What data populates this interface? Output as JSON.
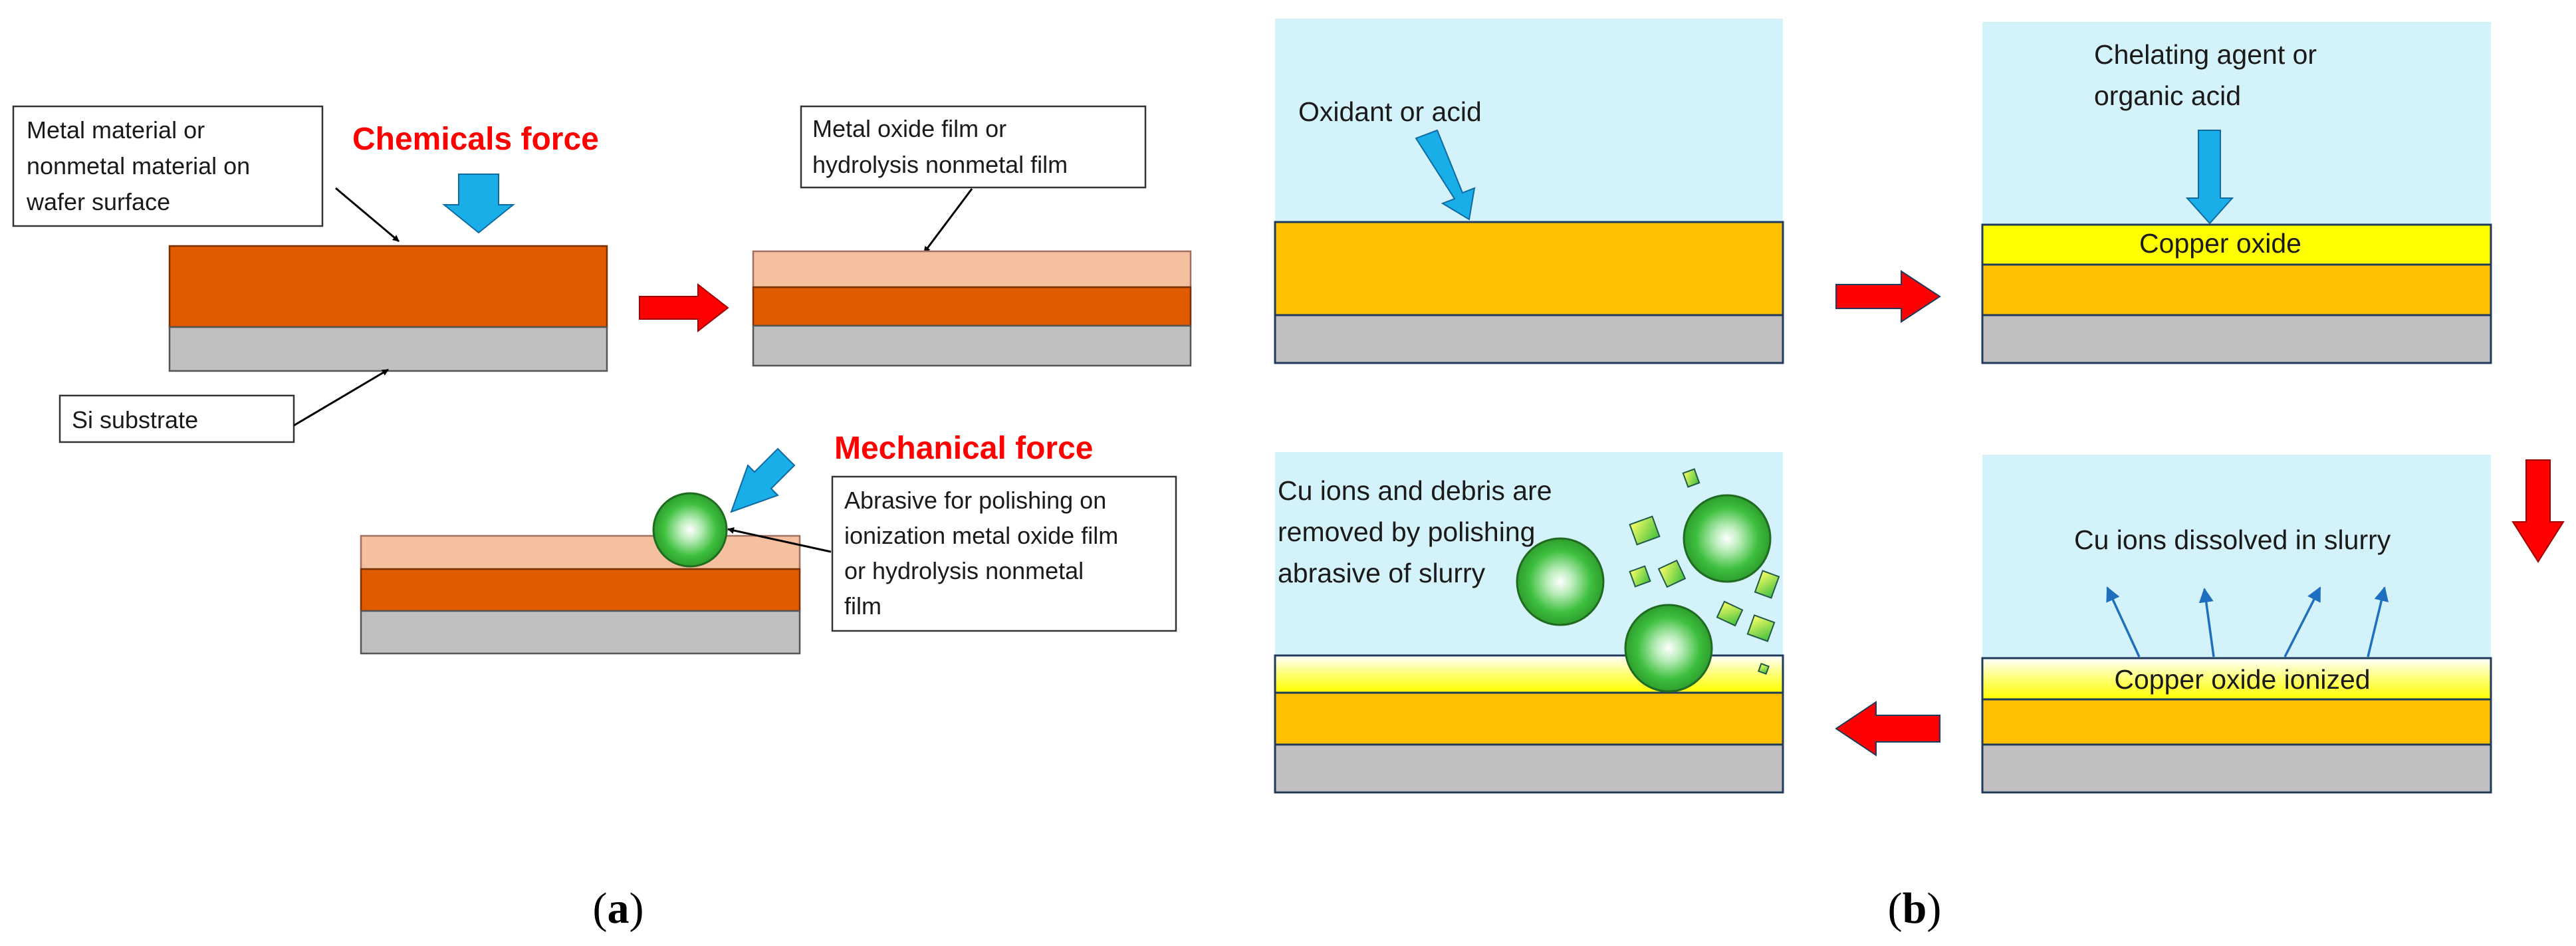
{
  "panel_a": {
    "chemicals_force": "Chemicals  force",
    "mechanical_force": "Mechanical  force",
    "metal_material_label": [
      "Metal material or",
      "nonmetal material on",
      "wafer surface"
    ],
    "oxide_film_label": [
      "Metal oxide film or",
      "hydrolysis nonmetal film"
    ],
    "si_substrate_label": "Si  substrate",
    "abrasive_label": [
      "Abrasive for polishing on",
      "ionization metal oxide film",
      "or hydrolysis nonmetal",
      "film"
    ],
    "caption_open": "(",
    "caption_letter": "a",
    "caption_close": ")"
  },
  "panel_b": {
    "step1_label": "Oxidant or acid",
    "step2_label": [
      "Chelating agent or",
      "organic acid"
    ],
    "step2_layer": "Copper oxide",
    "step3_label": "Cu ions dissolved in slurry",
    "step3_layer": "Copper oxide ionized",
    "step4_label": [
      "Cu ions and debris are",
      "removed by polishing",
      "abrasive of slurry"
    ],
    "caption_open": "(",
    "caption_letter": "b",
    "caption_close": ")"
  },
  "colors": {
    "metal_orange": "#e05a00",
    "oxide_peach": "#f4c0a0",
    "substrate_gray": "#bfbfbf",
    "slurry_blue": "#d4f2f9",
    "copper_gold": "#ffc000",
    "copper_oxide_yellow": "#ffff00",
    "force_red": "#ff0000",
    "arrow_blue": "#1aaee8",
    "abrasive_green": "#3dbf3d"
  }
}
